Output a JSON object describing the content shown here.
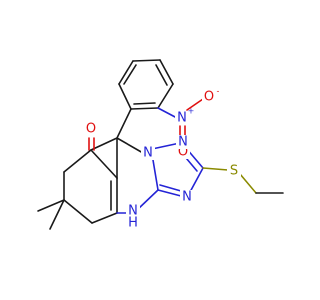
{
  "molecule": {
    "atoms": {
      "nitro_n": {
        "text": "N",
        "charge": "+"
      },
      "nitro_o_minus": {
        "text": "O",
        "charge": "-"
      },
      "nitro_o_double": {
        "text": "O"
      },
      "ketone_o": {
        "text": "O"
      },
      "ring_n1": {
        "text": "N"
      },
      "ring_n2": {
        "text": "N"
      },
      "ring_n3": {
        "text": "N"
      },
      "amine_nh": {
        "text": "N",
        "h": "H"
      },
      "thio_s": {
        "text": "S"
      }
    },
    "colors": {
      "carbon": "#1a1a1a",
      "nitrogen": "#2424d6",
      "oxygen": "#e01010",
      "sulfur": "#8a8a00"
    }
  }
}
